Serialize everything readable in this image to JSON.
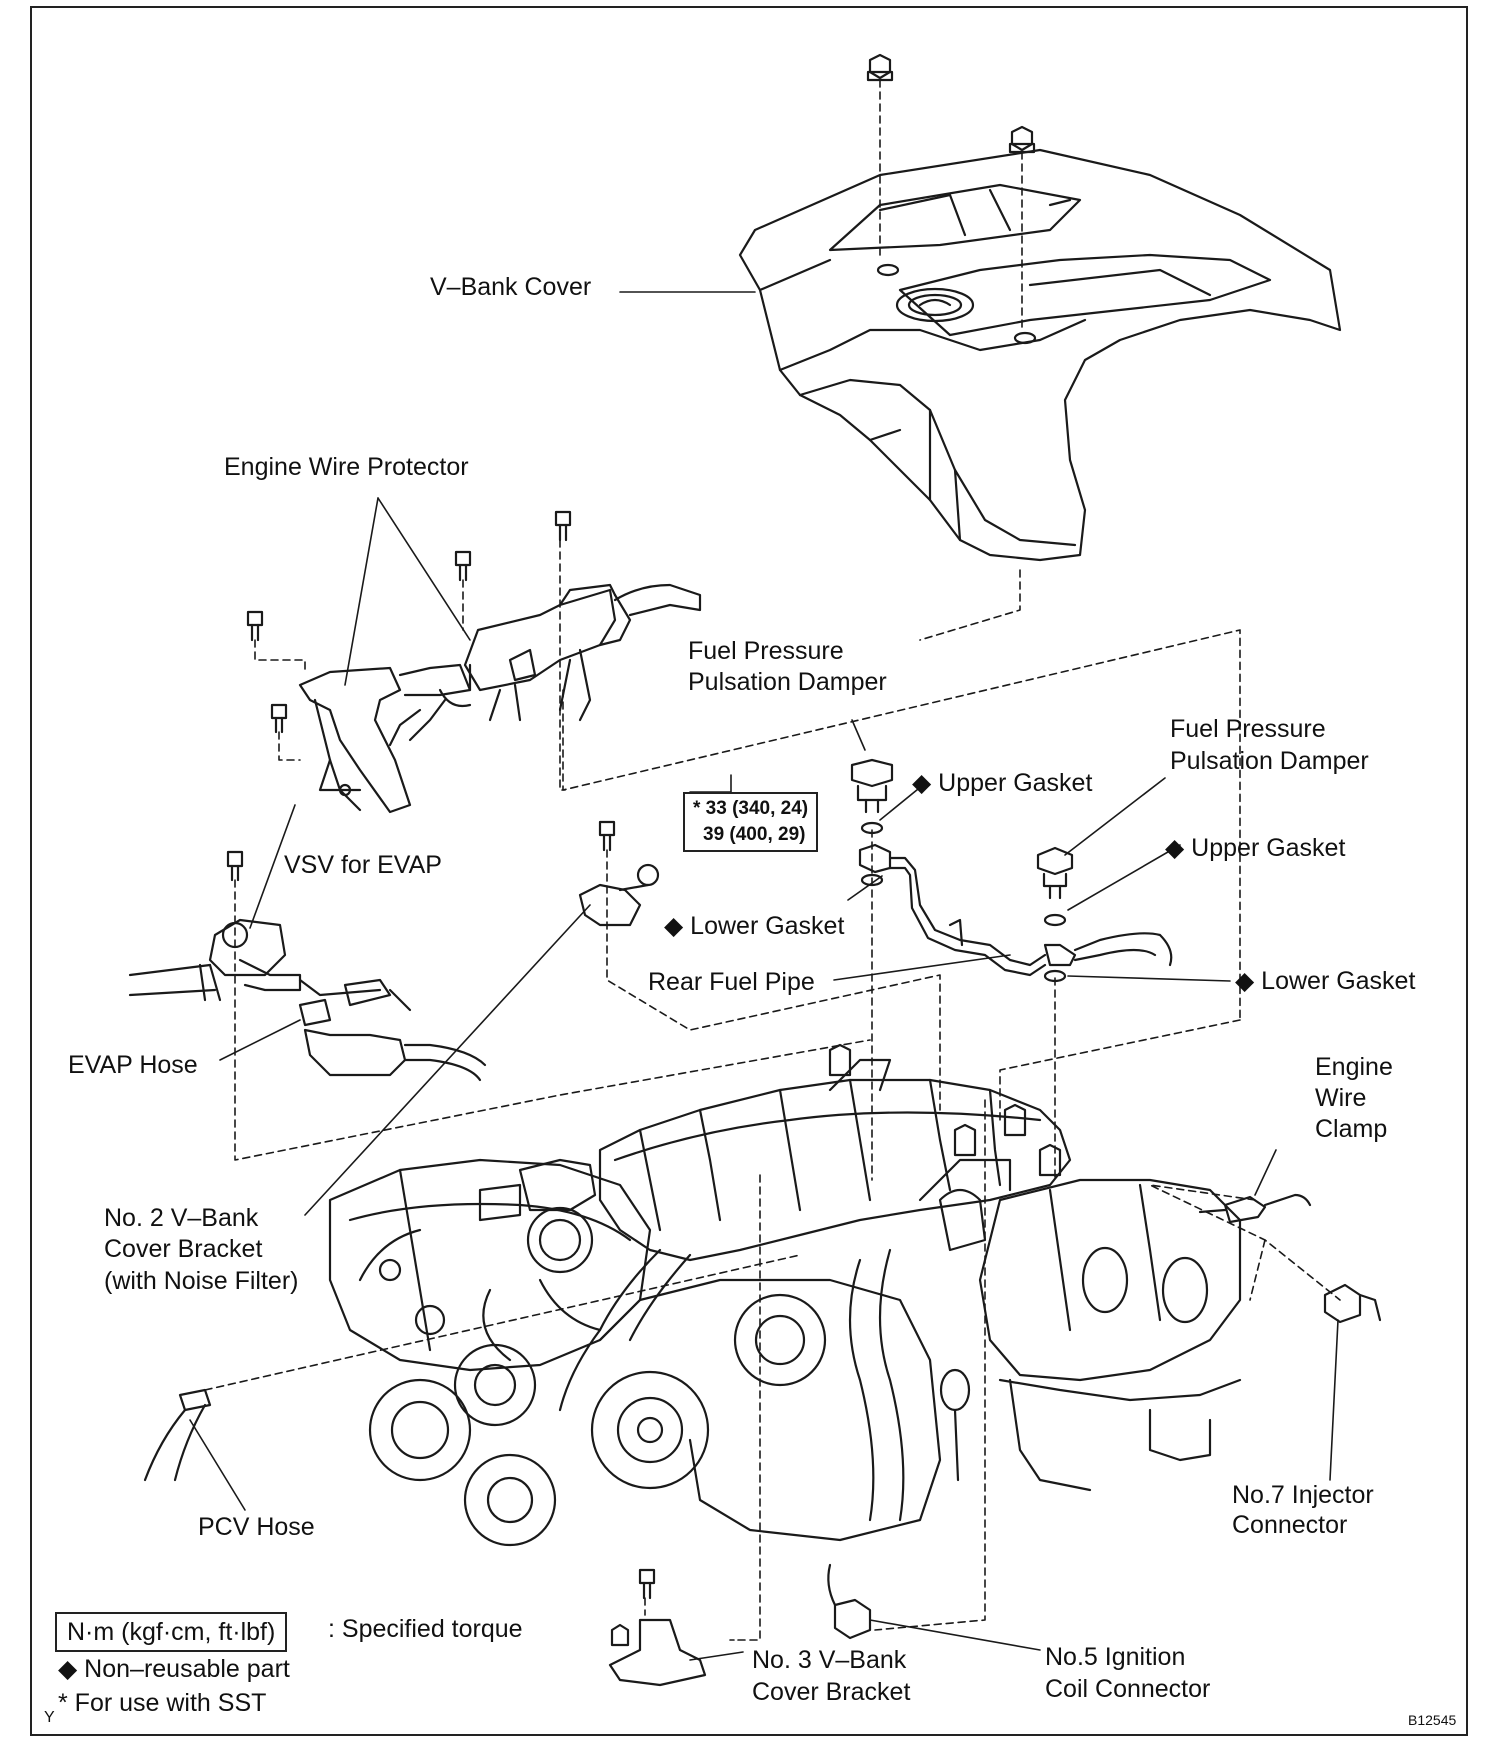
{
  "labels": {
    "v_bank_cover": "V–Bank Cover",
    "engine_wire_protector": "Engine Wire Protector",
    "fuel_pressure_damper_1": [
      "Fuel Pressure",
      "Pulsation Damper"
    ],
    "fuel_pressure_damper_2": [
      "Fuel Pressure",
      "Pulsation Damper"
    ],
    "upper_gasket_1": "◆ Upper Gasket",
    "upper_gasket_2": "◆ Upper Gasket",
    "lower_gasket_1": "◆ Lower Gasket",
    "lower_gasket_2": "◆ Lower Gasket",
    "rear_fuel_pipe": "Rear Fuel Pipe",
    "vsv_for_evap": "VSV for EVAP",
    "evap_hose": "EVAP Hose",
    "engine_wire_clamp": [
      "Engine",
      "Wire",
      "Clamp"
    ],
    "no2_bracket": [
      "No. 2 V–Bank",
      "Cover Bracket",
      "(with Noise Filter)"
    ],
    "pcv_hose": "PCV Hose",
    "no7_injector": [
      "No.7 Injector",
      "Connector"
    ],
    "no3_bracket": [
      "No. 3 V–Bank",
      "Cover Bracket"
    ],
    "no5_ignition": [
      "No.5 Ignition",
      "Coil Connector"
    ]
  },
  "torque": {
    "line1": "* 33 (340, 24)",
    "line2": "39 (400, 29)"
  },
  "legend": {
    "unit_box": "N·m (kgf·cm, ft·lbf)",
    "unit_desc": ": Specified torque",
    "non_reusable": "◆ Non–reusable part",
    "sst_note": "* For use with SST",
    "y_mark": "Y"
  },
  "figure_code": "B12545"
}
